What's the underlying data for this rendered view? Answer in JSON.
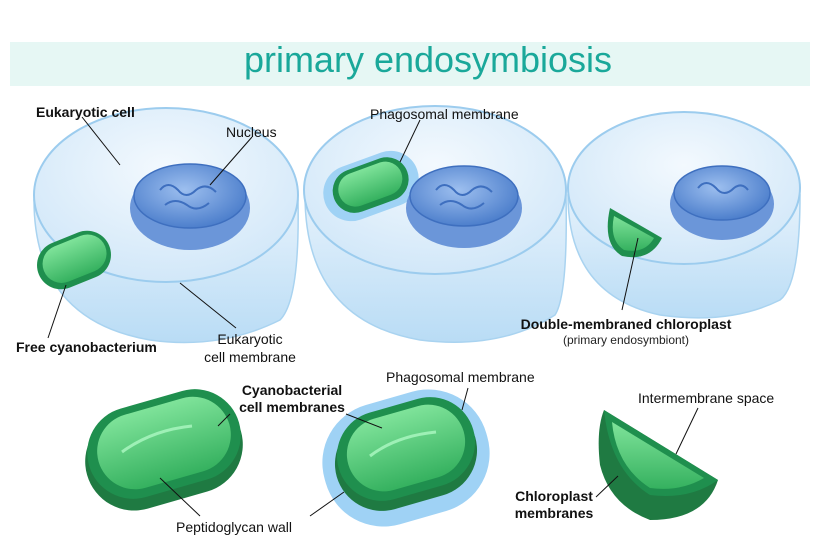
{
  "title": "primary endosymbiosis",
  "labels": {
    "eukaryotic_cell": "Eukaryotic cell",
    "nucleus": "Nucleus",
    "phagosomal_membrane_top": "Phagosomal membrane",
    "free_cyanobacterium": "Free cyanobacterium",
    "eukaryotic_membrane_line1": "Eukaryotic",
    "eukaryotic_membrane_line2": "cell membrane",
    "double_membraned_chloroplast": "Double-membraned chloroplast",
    "primary_endosymbiont": "(primary endosymbiont)",
    "cyanobacterial_line1": "Cyanobacterial",
    "cyanobacterial_line2": "cell membranes",
    "phagosomal_membrane_bottom": "Phagosomal membrane",
    "peptidoglycan_wall": "Peptidoglycan wall",
    "intermembrane_space": "Intermembrane space",
    "chloroplast_membranes_line1": "Chloroplast",
    "chloroplast_membranes_line2": "membranes"
  },
  "colors": {
    "title_band": "#e6f7f4",
    "title_text": "#1aa89a",
    "cell_fill": "#e3f1fb",
    "cell_edge": "#9cccee",
    "nucleus": "#5b8fd6",
    "bacterium_dark": "#1f8f4e",
    "bacterium_light": "#5ad07e",
    "phagosome": "#9fd2f5"
  }
}
